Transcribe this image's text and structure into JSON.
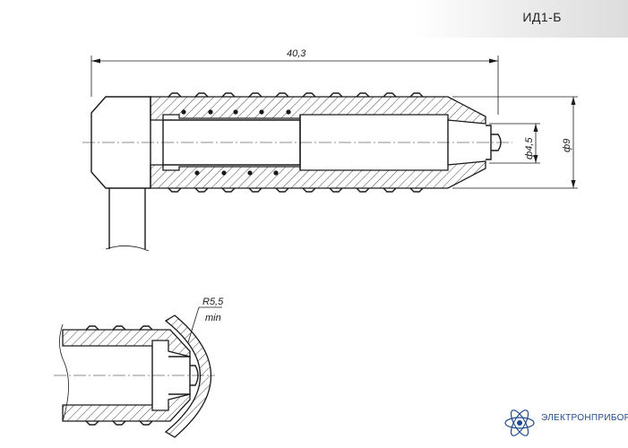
{
  "header": {
    "model": "ИД1-Б"
  },
  "dimensions": {
    "length": "40,3",
    "tip_diameter": "ф4,5",
    "body_diameter": "ф9",
    "radius": "R5,5",
    "radius_note": "min"
  },
  "brand": {
    "name": "ЭЛЕКТРОНПРИБОР"
  },
  "colors": {
    "line": "#1a1a1a",
    "brand": "#1f4a8a"
  }
}
